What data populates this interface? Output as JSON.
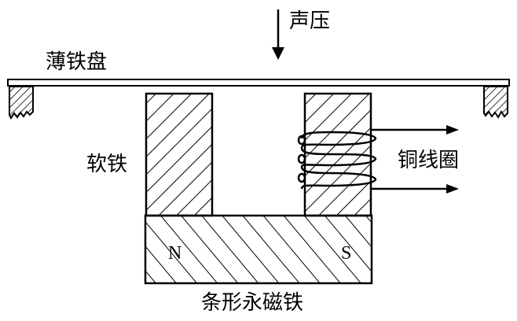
{
  "labels": {
    "sound_pressure": "声压",
    "thin_iron_disk": "薄铁盘",
    "soft_iron": "软铁",
    "copper_coil": "铜线圈",
    "bar_magnet": "条形永磁铁",
    "pole_north": "N",
    "pole_south": "S"
  },
  "colors": {
    "ink": "#000000",
    "background": "#ffffff"
  }
}
